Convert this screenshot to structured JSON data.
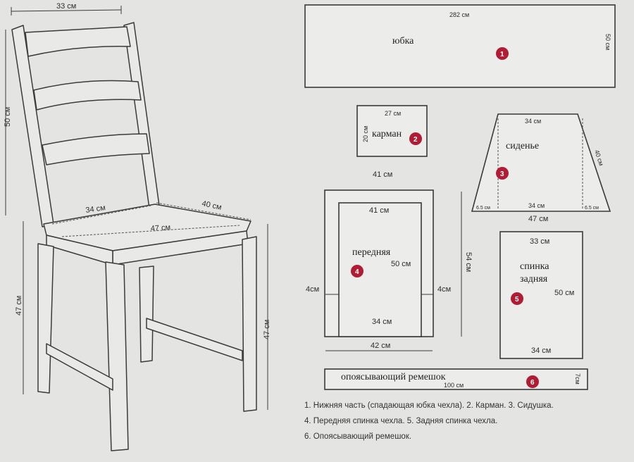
{
  "chair": {
    "top_width": "33 см",
    "back_height": "50 см",
    "seat_depth_left": "34 см",
    "seat_depth_right": "40 см",
    "seat_width": "47 см",
    "leg_height_left": "47 см",
    "leg_height_right": "47 см"
  },
  "pieces": {
    "skirt": {
      "name": "юбка",
      "width": "282 см",
      "height": "50 см",
      "number": "1"
    },
    "pocket": {
      "name": "карман",
      "width": "27 см",
      "height": "20 см",
      "number": "2"
    },
    "seat": {
      "name": "сиденье",
      "top": "34 см",
      "side": "40 см",
      "bottom_inner": "34 см",
      "bottom_total": "47 см",
      "left_offset": "6.5 см",
      "right_offset": "6.5 см",
      "number": "3"
    },
    "front": {
      "name": "передняя",
      "top_outer": "41 см",
      "top_inner": "41 см",
      "height_inner": "50 см",
      "height": "54 см",
      "left_flap": "4см",
      "right_flap": "4см",
      "bottom_inner": "34 см",
      "bottom": "42 см",
      "number": "4"
    },
    "back": {
      "name_line1": "спинка",
      "name_line2": "задняя",
      "top": "33 см",
      "height": "50 см",
      "bottom": "34 см",
      "number": "5"
    },
    "strap": {
      "name": "опоясывающий ремешок",
      "length": "100 см",
      "width": "7см",
      "number": "6"
    }
  },
  "legend": {
    "line1": "1. Нижняя часть (спадающая юбка чехла). 2. Карман. 3. Сидушка.",
    "line2": "4. Передняя спинка чехла. 5. Задняя спинка чехла.",
    "line3": "6. Опоясывающий ремешок."
  },
  "colors": {
    "marker": "#b01c33",
    "paper": "#e4e4e2",
    "line": "#3a3a3a"
  }
}
